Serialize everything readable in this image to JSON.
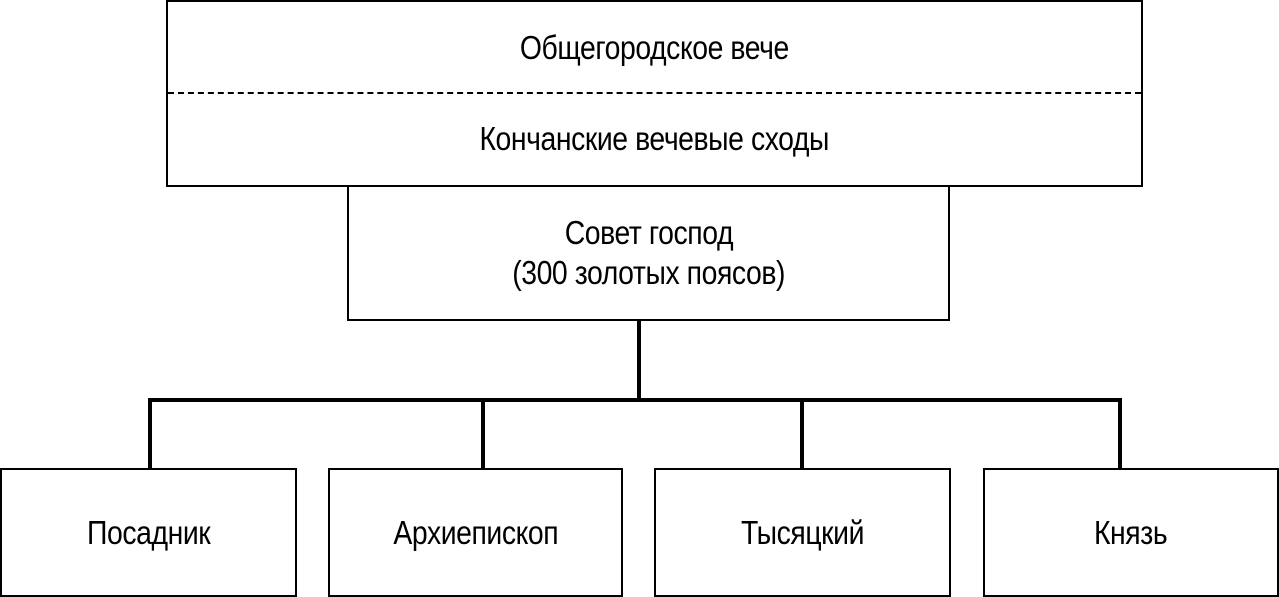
{
  "veche": {
    "city_assembly": "Общегородское вече",
    "district_assemblies": "Кончанские вечевые сходы"
  },
  "council": {
    "line1": "Совет господ",
    "line2": "(300 золотых поясов)"
  },
  "officials": {
    "posadnik": "Посадник",
    "archbishop": "Архиепископ",
    "tysyatsky": "Тысяцкий",
    "knyaz": "Князь"
  }
}
